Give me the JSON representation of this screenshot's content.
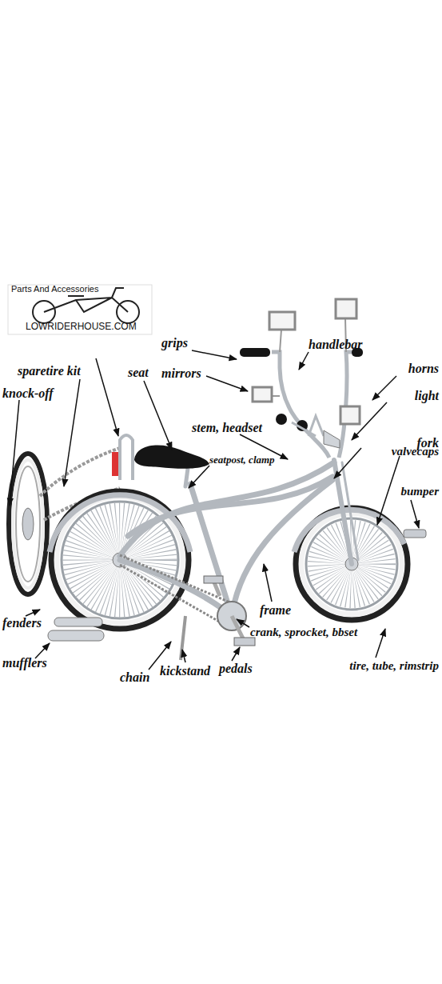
{
  "diagram": {
    "labels": [
      "Parts And Accessories",
      "LOWRIDERHOUSE.COM",
      "grips",
      "handlebar",
      "mirrors",
      "horns",
      "sparetire kit",
      "seat",
      "knock-off",
      "light",
      "stem, headset",
      "fork",
      "valvecaps",
      "seatpost, clamp",
      "bumper",
      "frame",
      "fenders",
      "crank, sprocket, bbset",
      "mufflers",
      "chain",
      "kickstand",
      "pedals",
      "tire, tube, rimstrip"
    ]
  }
}
